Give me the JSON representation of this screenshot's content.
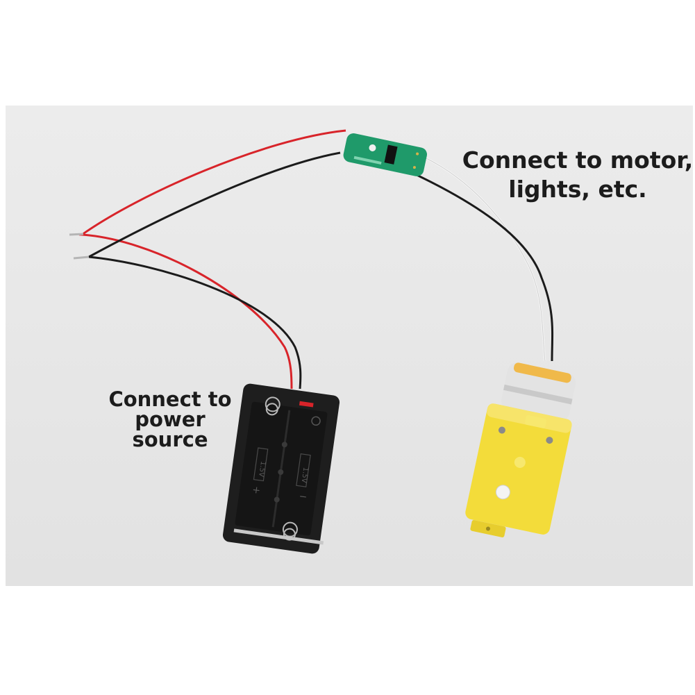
{
  "annotations": {
    "motor_label": [
      "Connect to motor,",
      "lights, etc."
    ],
    "power_label": [
      "Connect to",
      "power",
      "source"
    ]
  },
  "battery_holder": {
    "cell_marking_left": "1.5V",
    "cell_marking_right": "1.5V",
    "plus_sign": "+",
    "minus_sign": "−"
  },
  "colors": {
    "backdrop": "#e8e8e8",
    "wire_red": "#d8242a",
    "wire_black": "#1b1b1b",
    "wire_white": "#f4f4f4",
    "pcb_green": "#1f9a6a",
    "holder_black": "#1e1e1e",
    "gearbox_yellow": "#f3dc3a"
  }
}
